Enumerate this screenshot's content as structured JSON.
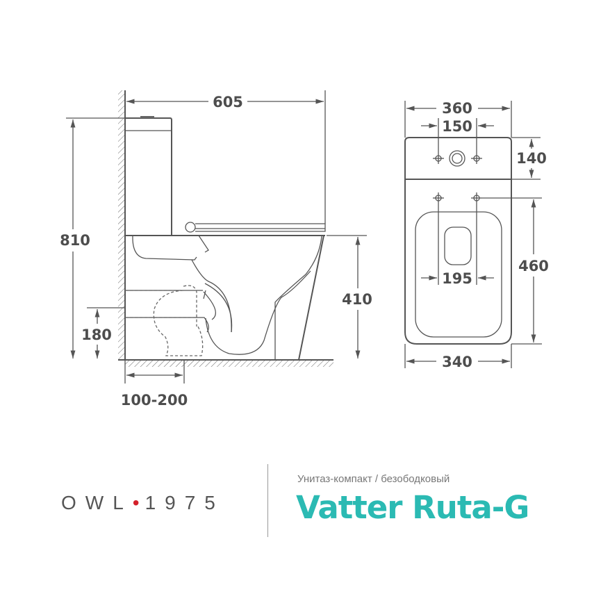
{
  "dimensions": {
    "side_length": "605",
    "side_height": "810",
    "bowl_height": "410",
    "outlet_height": "180",
    "outlet_distance": "100-200",
    "top_width": "360",
    "tank_holes": "150",
    "tank_depth": "140",
    "bowl_length": "460",
    "mount_holes": "195",
    "base_width": "340"
  },
  "brand": {
    "name": "OWL",
    "year": "1975",
    "dot_color": "#d4202a"
  },
  "product": {
    "subtitle": "Унитаз-компакт / безободковый",
    "title": "Vatter Ruta-G",
    "accent_color": "#2bbab3"
  }
}
